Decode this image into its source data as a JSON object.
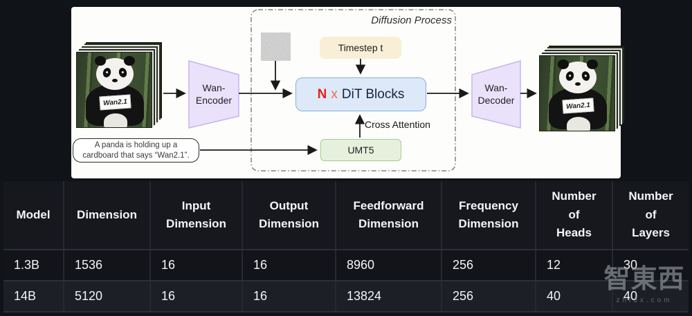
{
  "diagram": {
    "title": "Diffusion Process",
    "encoder_label": "Wan-\nEncoder",
    "decoder_label": "Wan-\nDecoder",
    "timestep_label": "Timestep t",
    "dit_block": {
      "n": "N",
      "times": "x",
      "label": "DiT Blocks"
    },
    "cross_attention_label": "Cross Attention",
    "umt5_label": "UMT5",
    "prompt_text": "A panda is holding up a\ncardboard that says “Wan2.1”.",
    "sign_text": "Wan2.1",
    "colors": {
      "card_bg": "#fdfdfb",
      "dit_fill": "#dde9f8",
      "dit_border": "#86aede",
      "dit_n_red": "#e2231a",
      "timestep_fill": "#f9eed6",
      "umt5_fill": "#e6f1dd",
      "umt5_border": "#a6ca8e",
      "encoder_fill": "#eae2fb",
      "encoder_border": "#c6b4f1"
    }
  },
  "table": {
    "headers": [
      "Model",
      "Dimension",
      "Input\nDimension",
      "Output\nDimension",
      "Feedforward\nDimension",
      "Frequency\nDimension",
      "Number\nof\nHeads",
      "Number\nof\nLayers"
    ],
    "rows": [
      [
        "1.3B",
        "1536",
        "16",
        "16",
        "8960",
        "256",
        "12",
        "30"
      ],
      [
        "14B",
        "5120",
        "16",
        "16",
        "13824",
        "256",
        "40",
        "40"
      ]
    ],
    "colors": {
      "header_bg": "#16181d",
      "row_odd_bg": "#121419",
      "row_even_bg": "#1c1f25"
    }
  },
  "watermark": {
    "logo_text": "智東西",
    "domain": "zhidx.com"
  }
}
